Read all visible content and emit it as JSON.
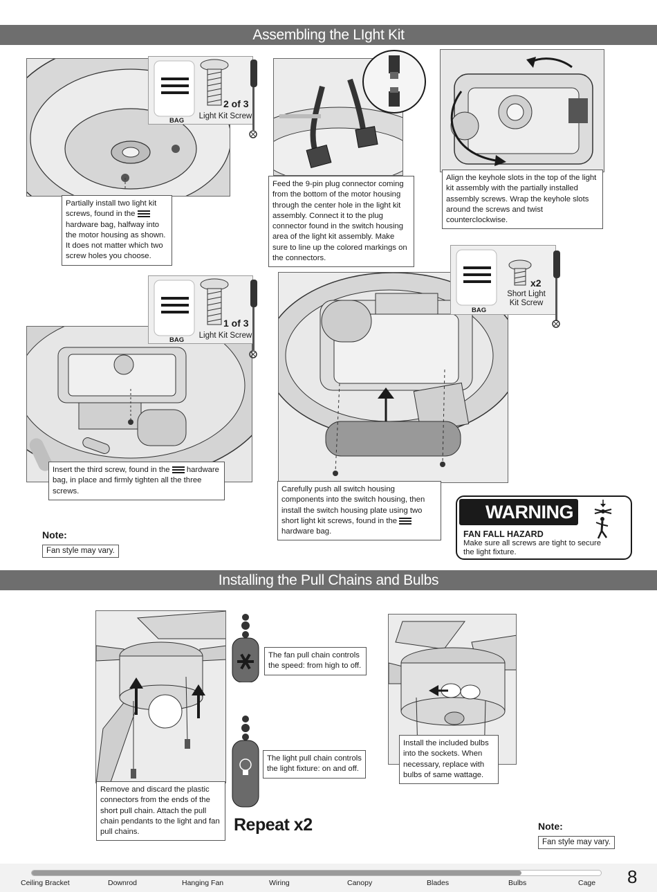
{
  "sections": {
    "light_kit_title": "Assembling the LIght Kit",
    "pull_chains_title": "Installing the Pull Chains and Bulbs"
  },
  "hardware": {
    "step1": {
      "count": "2 of 3",
      "label": "Light Kit Screw",
      "bag": "BAG"
    },
    "step4": {
      "count": "1 of 3",
      "label": "Light Kit Screw",
      "bag": "BAG"
    },
    "step5": {
      "count": "x2",
      "label": "Short Light Kit Screw",
      "bag": "BAG"
    }
  },
  "callouts": {
    "step1_a": "Partially install two light kit screws, found in the",
    "step1_b": "hardware bag, halfway into the motor housing as shown. It does not matter which two screw holes you choose.",
    "step2": "Feed the 9-pin plug connector coming from the bottom of the motor housing through the center hole in the light kit assembly. Connect it to the plug connector found in the switch housing area of the light kit assembly. Make sure to line up the colored markings on the connectors.",
    "step3": "Align the keyhole slots in the top of the light kit assembly with the partially installed assembly screws. Wrap the keyhole slots around the screws and twist counterclockwise.",
    "step4_a": "Insert the third screw, found in the",
    "step4_b": "hardware bag, in place and firmly tighten all the three screws.",
    "step5_a": "Carefully push all switch housing components into the switch housing, then install the switch housing plate using two short light kit screws, found in the",
    "step5_b": "hardware bag.",
    "pull_remove": "Remove and discard the plastic connectors from the ends of the short pull chain. Attach the pull chain pendants to the light and fan pull chains.",
    "fan_chain": "The fan pull chain controls the speed: from high to off.",
    "light_chain": "The light pull chain controls the light fixture: on and off.",
    "bulbs": "Install the included bulbs into the sockets. When necessary, replace with bulbs of same wattage."
  },
  "notes": {
    "label": "Note:",
    "text": "Fan style may vary."
  },
  "warning": {
    "title": "WARNING",
    "subtitle": "FAN FALL HAZARD",
    "text": "Make sure all screws are tight to secure the light fixture."
  },
  "repeat": "Repeat x2",
  "footer": {
    "steps": [
      "Ceiling Bracket",
      "Downrod",
      "Hanging Fan",
      "Wiring",
      "Canopy",
      "Blades",
      "Bulbs",
      "Cage"
    ],
    "progress": 0.86,
    "page_number": "8"
  },
  "colors": {
    "banner": "#6e6e6e",
    "illustration_bg": "#e6e6e6",
    "warning": "#1a1a1a"
  }
}
